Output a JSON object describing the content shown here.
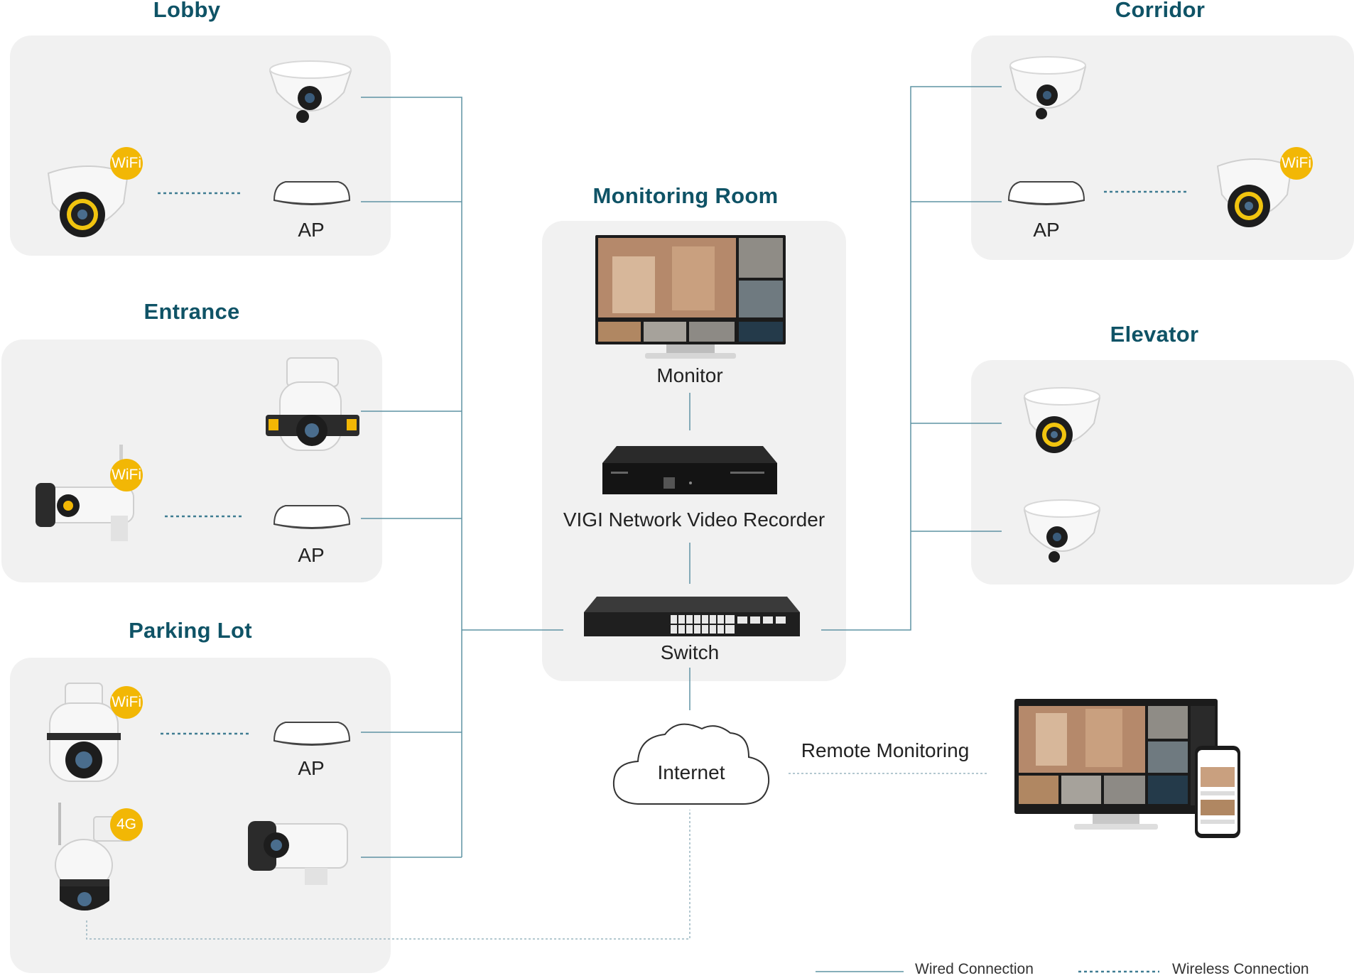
{
  "zones": {
    "lobby": {
      "title": "Lobby",
      "ap_label": "AP",
      "wifi_badge": "WiFi"
    },
    "entrance": {
      "title": "Entrance",
      "ap_label": "AP",
      "wifi_badge": "WiFi"
    },
    "parking": {
      "title": "Parking Lot",
      "ap_label": "AP",
      "wifi_badge": "WiFi",
      "cellular_badge": "4G"
    },
    "monitoring": {
      "title": "Monitoring Room",
      "monitor_label": "Monitor",
      "nvr_label": "VIGI Network Video Recorder",
      "switch_label": "Switch"
    },
    "corridor": {
      "title": "Corridor",
      "ap_label": "AP",
      "wifi_badge": "WiFi"
    },
    "elevator": {
      "title": "Elevator"
    }
  },
  "internet_label": "Internet",
  "remote_label": "Remote Monitoring",
  "legend": {
    "wired": "Wired Connection",
    "wireless": "Wireless Connection"
  },
  "colors": {
    "wire": "#5f93a4",
    "zone_bg": "#f1f1f1",
    "title": "#0f5366",
    "badge": "#f2b705"
  },
  "icons": [
    "turret-camera-icon",
    "bullet-camera-icon",
    "ptz-camera-icon",
    "access-point-icon",
    "monitor-icon",
    "nvr-icon",
    "switch-icon",
    "cloud-icon",
    "smartphone-icon"
  ]
}
